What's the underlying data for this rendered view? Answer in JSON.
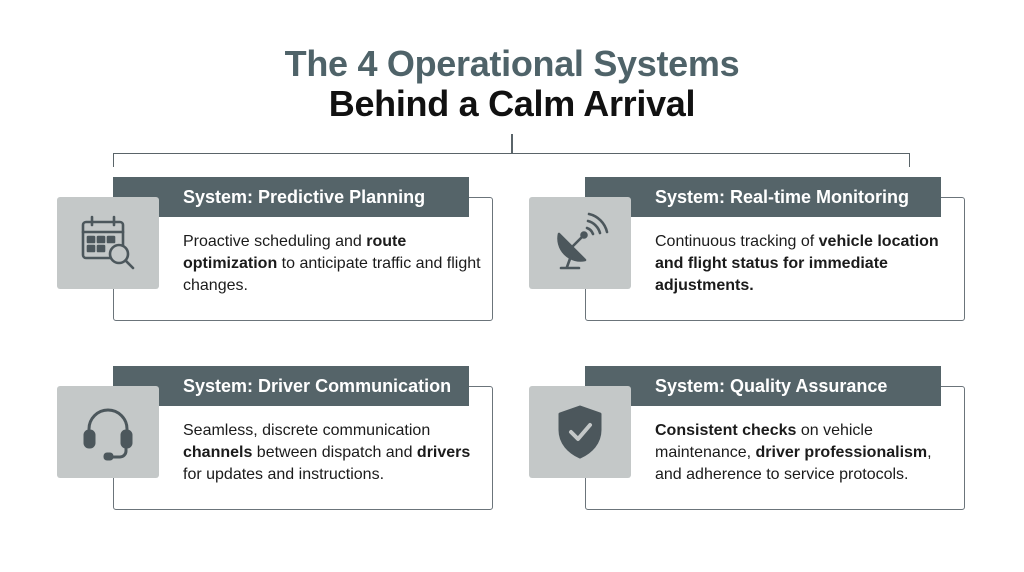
{
  "title": {
    "line1": "The 4 Operational Systems",
    "line2": "Behind a Calm Arrival"
  },
  "colors": {
    "accent": "#4f6369",
    "header_bg": "#556469",
    "icon_tile": "#c4c8c8",
    "icon_stroke": "#4c575c",
    "text": "#1b1b1b",
    "border": "#6b747a"
  },
  "cards": [
    {
      "title": "System: Predictive Planning",
      "icon": "calendar-search-icon",
      "body": [
        {
          "text": "Proactive scheduling and ",
          "bold": false
        },
        {
          "text": "route optimization",
          "bold": true
        },
        {
          "text": " to anticipate traffic and flight changes.",
          "bold": false
        }
      ]
    },
    {
      "title": "System: Real-time Monitoring",
      "icon": "satellite-dish-icon",
      "body": [
        {
          "text": "Continuous tracking of ",
          "bold": false
        },
        {
          "text": "vehicle location and flight status for immediate adjustments.",
          "bold": true
        }
      ]
    },
    {
      "title": "System: Driver Communication",
      "icon": "headset-icon",
      "body": [
        {
          "text": "Seamless, discrete communication ",
          "bold": false
        },
        {
          "text": "channels",
          "bold": true
        },
        {
          "text": " between dispatch and ",
          "bold": false
        },
        {
          "text": "drivers",
          "bold": true
        },
        {
          "text": " for updates and instructions.",
          "bold": false
        }
      ]
    },
    {
      "title": "System: Quality Assurance",
      "icon": "shield-check-icon",
      "body": [
        {
          "text": "Consistent checks",
          "bold": true
        },
        {
          "text": " on vehicle maintenance, ",
          "bold": false
        },
        {
          "text": "driver professionalism",
          "bold": true
        },
        {
          "text": ", and adherence to service protocols.",
          "bold": false
        }
      ]
    }
  ]
}
